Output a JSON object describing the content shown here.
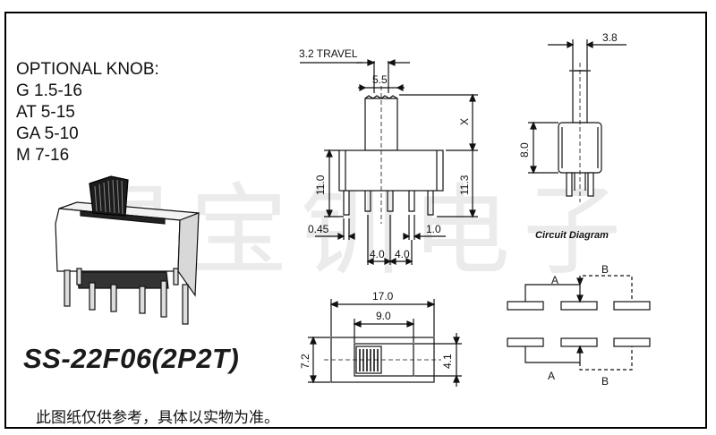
{
  "knobs": {
    "title": "OPTIONAL KNOB:",
    "items": [
      "G 1.5-16",
      "AT 5-15",
      "GA 5-10",
      "M 7-16"
    ]
  },
  "part_number": "SS-22F06(2P2T)",
  "footer_note": "此图纸仅供参考，具体以实物为准。",
  "watermark": "星宝钏电子",
  "circuit_title": "Circuit Diagram",
  "dims": {
    "travel": "3.2 TRAVEL",
    "w55": "5.5",
    "w38": "3.8",
    "x": "X",
    "h80": "8.0",
    "h110": "11.0",
    "h113": "11.3",
    "w045": "0.45",
    "w10": "1.0",
    "pitch1": "4.0",
    "pitch2": "4.0",
    "w170": "17.0",
    "w90": "9.0",
    "h72": "7.2",
    "h41": "4.1"
  },
  "circuit": {
    "a_top": "A",
    "b_top": "B",
    "a_bot": "A",
    "b_bot": "B"
  },
  "colors": {
    "line": "#111111",
    "watermark": "#e6e6e6",
    "frame": "#000000"
  }
}
